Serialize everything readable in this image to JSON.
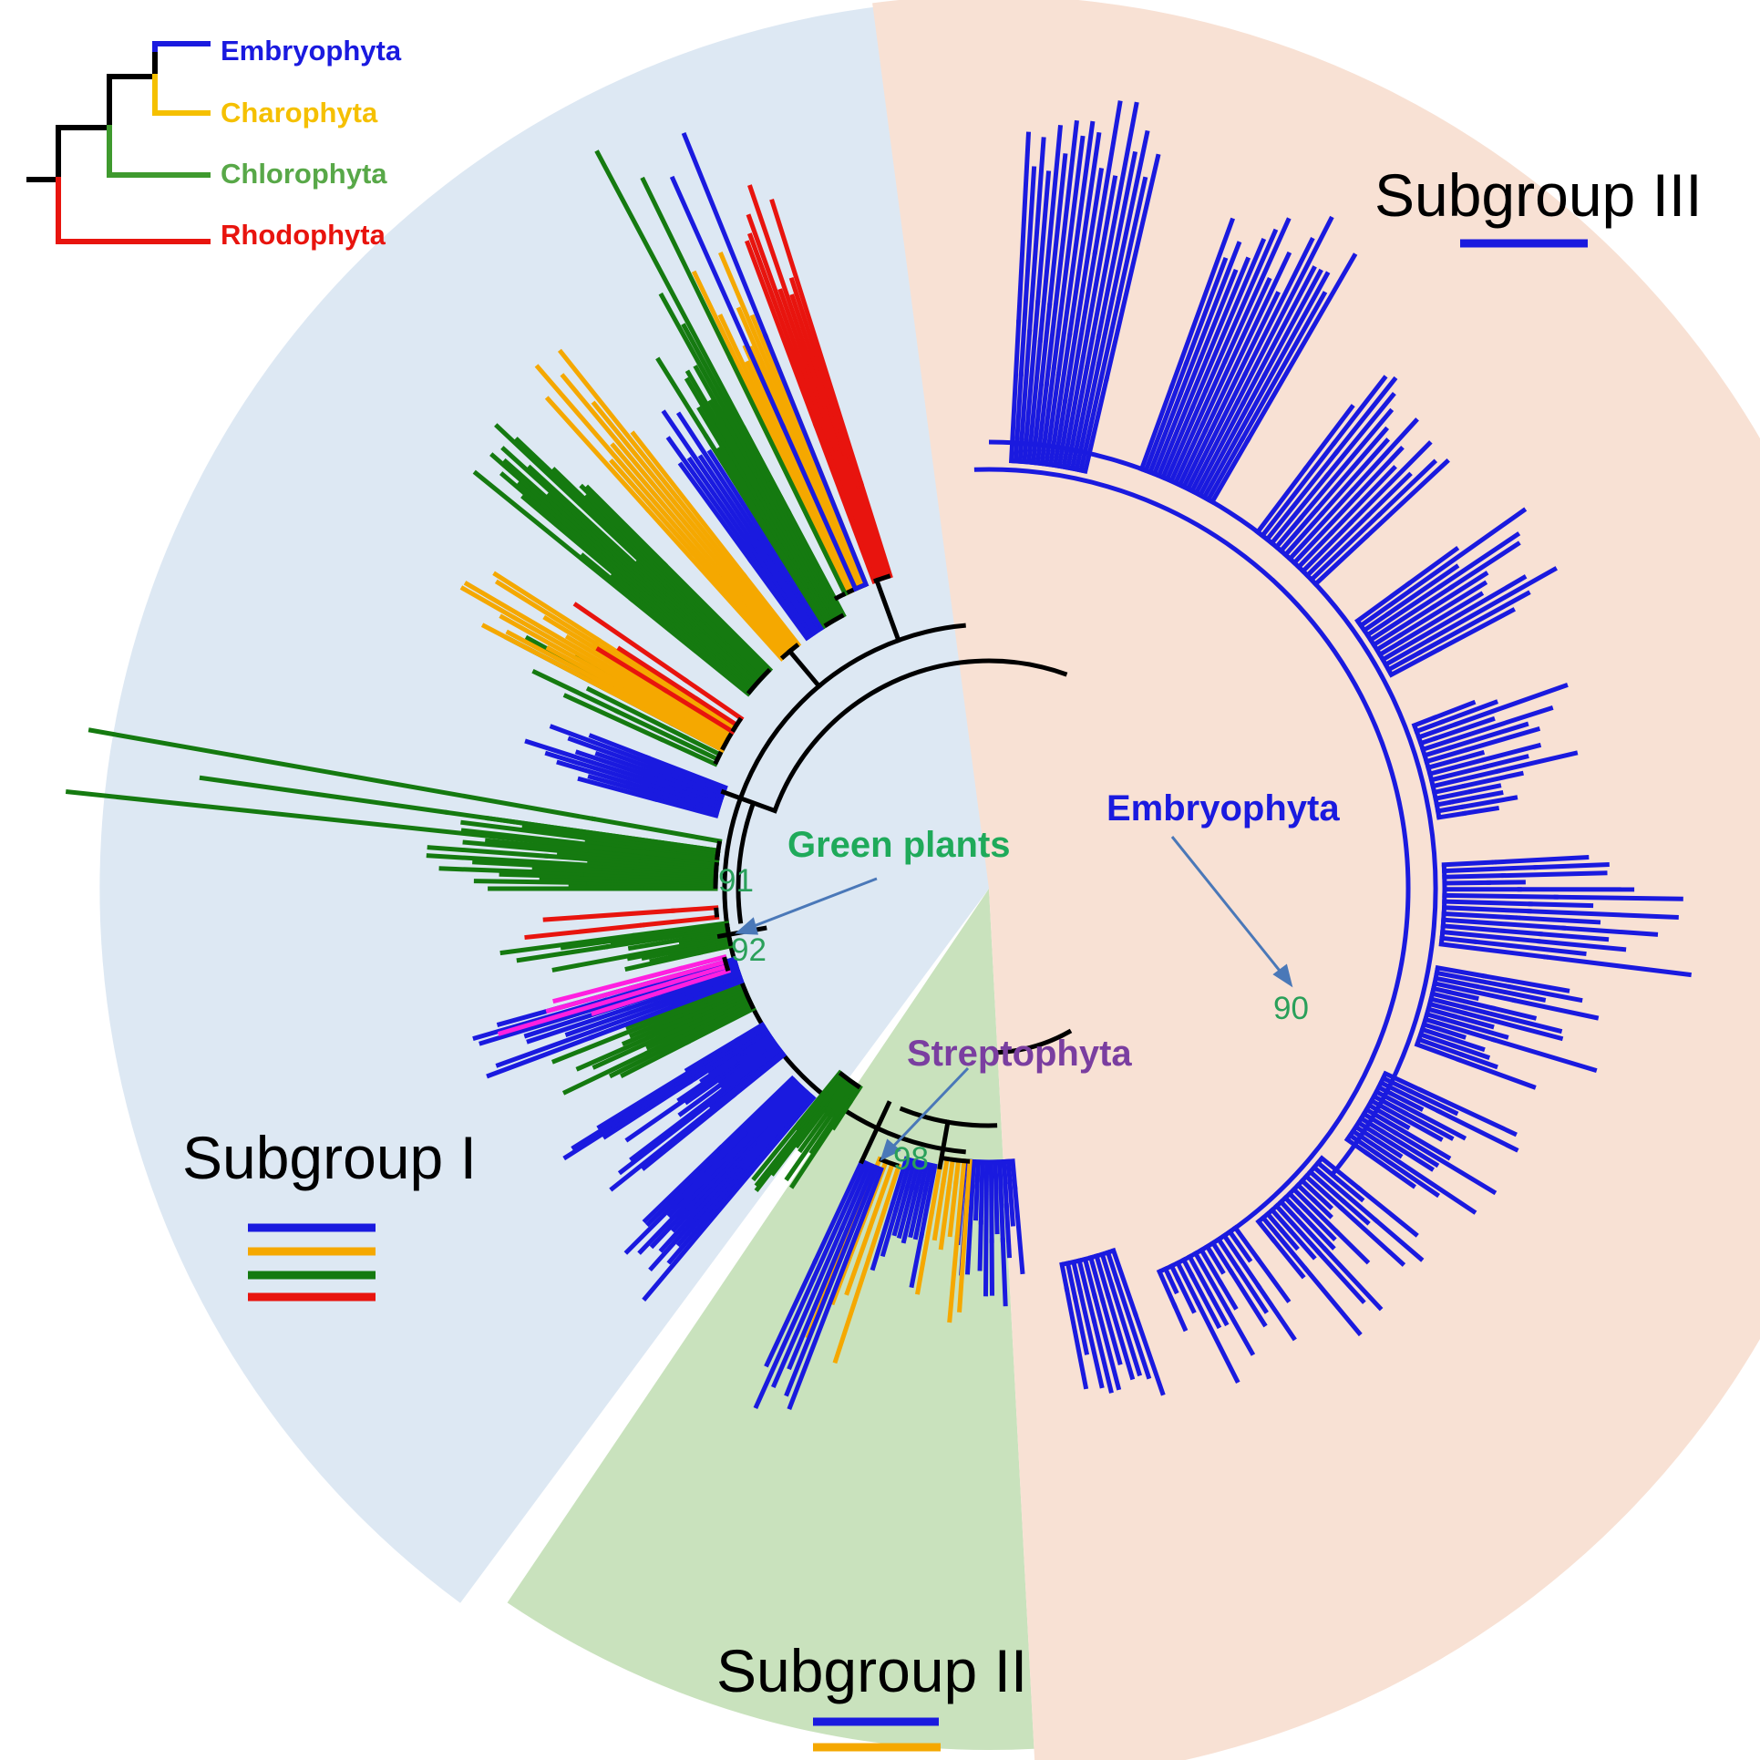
{
  "colors": {
    "embryophyta": "#1a1adf",
    "charophyta": "#f5a800",
    "chlorophyta": "#157a10",
    "rhodophyta": "#e8140e",
    "other": "#ff20e0",
    "backbone": "#000000",
    "sector_I": "#dde8f3",
    "sector_II": "#c9e2bd",
    "sector_III": "#f8e1d4",
    "annotation_green": "#1faa5a",
    "annotation_purple": "#7a3ea0",
    "bootstrap": "#2aa05a",
    "arrow": "#4a78b8"
  },
  "legend": {
    "items": [
      {
        "label": "Embryophyta",
        "color": "#1a1adf"
      },
      {
        "label": "Charophyta",
        "color": "#f5c000"
      },
      {
        "label": "Chlorophyta",
        "color": "#58a848"
      },
      {
        "label": "Rhodophyta",
        "color": "#e8140e"
      }
    ]
  },
  "subgroups": {
    "I": {
      "label": "Subgroup I",
      "bars": [
        "#1a1adf",
        "#f5a800",
        "#157a10",
        "#e8140e"
      ]
    },
    "II": {
      "label": "Subgroup II",
      "bars": [
        "#1a1adf",
        "#f5a800"
      ]
    },
    "III": {
      "label": "Subgroup III",
      "bars": [
        "#1a1adf"
      ]
    }
  },
  "annotations": {
    "green_plants": "Green plants",
    "embryophyta": "Embryophyta",
    "streptophyta": "Streptophyta"
  },
  "bootstrap": {
    "b91": "91",
    "b92": "92",
    "b98": "98",
    "b90": "90"
  }
}
